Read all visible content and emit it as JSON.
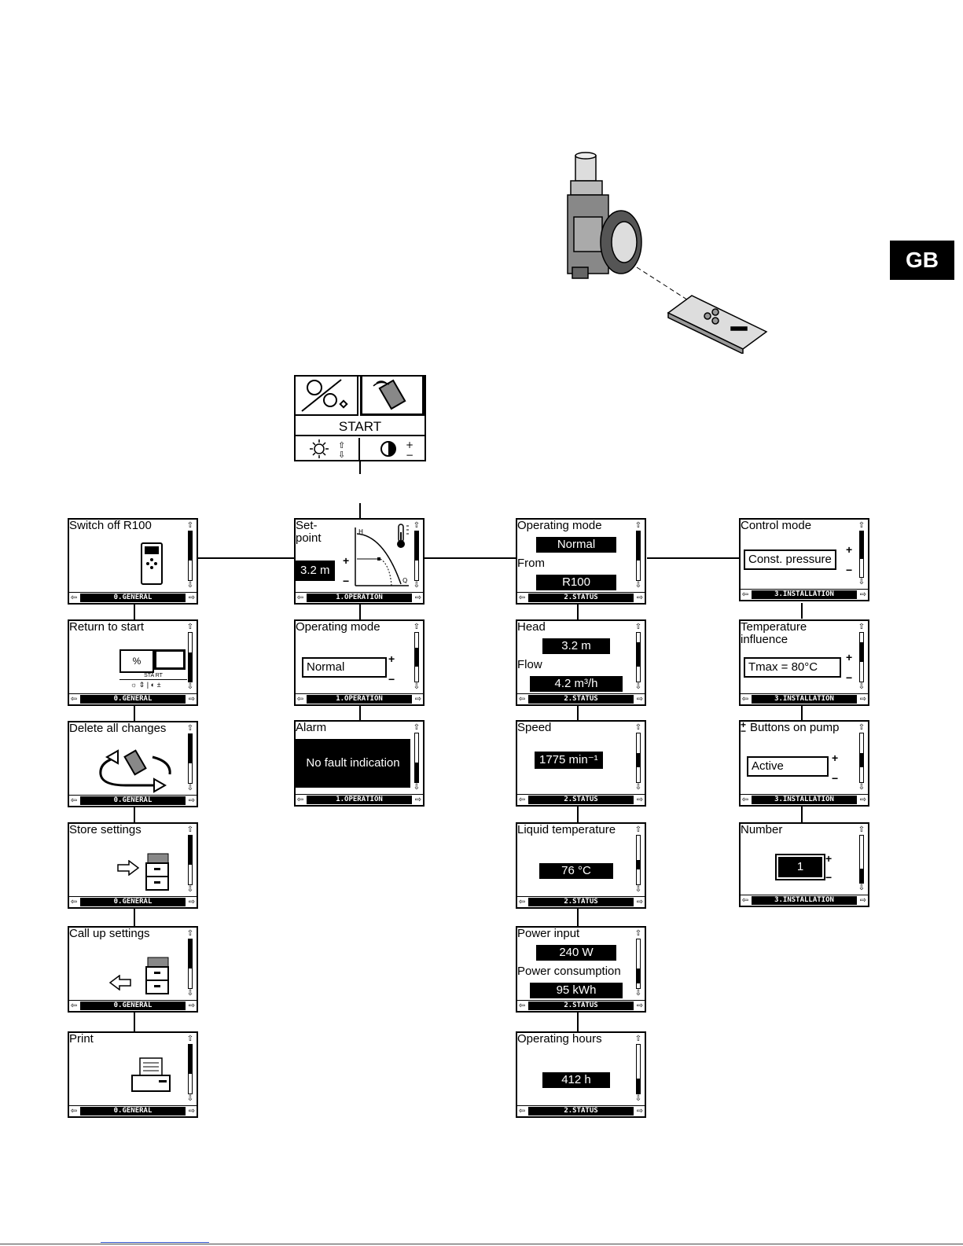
{
  "badge": "GB",
  "start": {
    "label": "START"
  },
  "footers": {
    "general": "0.GENERAL",
    "operation": "1.OPERATION",
    "status": "2.STATUS",
    "installation": "3.INSTALLATION"
  },
  "general": {
    "switch_off": "Switch off R100",
    "return_to_start": "Return to start",
    "return_mini": "STA RT",
    "delete_all": "Delete all changes",
    "store": "Store settings",
    "call_up": "Call up settings",
    "print": "Print"
  },
  "operation": {
    "setpoint_line1": "Set-",
    "setpoint_line2": "point",
    "setpoint_value": "3.2 m",
    "curve_h": "H",
    "curve_q": "Q",
    "mode_title": "Operating mode",
    "mode_value": "Normal",
    "alarm_title": "Alarm",
    "alarm_value": "No fault indication"
  },
  "status": {
    "mode_title": "Operating mode",
    "mode_value": "Normal",
    "from_label": "From",
    "from_value": "R100",
    "head_label": "Head",
    "head_value": "3.2 m",
    "flow_label": "Flow",
    "flow_value": "4.2 m³/h",
    "speed_label": "Speed",
    "speed_value": "1775 min⁻¹",
    "liquid_label": "Liquid temperature",
    "liquid_value": "76 °C",
    "power_input_label": "Power input",
    "power_input_value": "240 W",
    "power_cons_label": "Power consumption",
    "power_cons_value": "95 kWh",
    "hours_label": "Operating hours",
    "hours_value": "412 h"
  },
  "installation": {
    "control_title": "Control mode",
    "control_value": "Const. pressure",
    "temp_line1": "Temperature",
    "temp_line2": "influence",
    "temp_value": "Tmax = 80°C",
    "buttons_title": "Buttons on pump",
    "buttons_value": "Active",
    "number_title": "Number",
    "number_value": "1"
  },
  "icons": [
    "pump-icon",
    "remote-control-icon",
    "clock-icon",
    "brightness-icon",
    "contrast-icon",
    "printer-icon",
    "drawer-icon",
    "arrow-right-icon",
    "arrow-left-icon",
    "thermometer-icon",
    "cycle-arrows-icon"
  ]
}
